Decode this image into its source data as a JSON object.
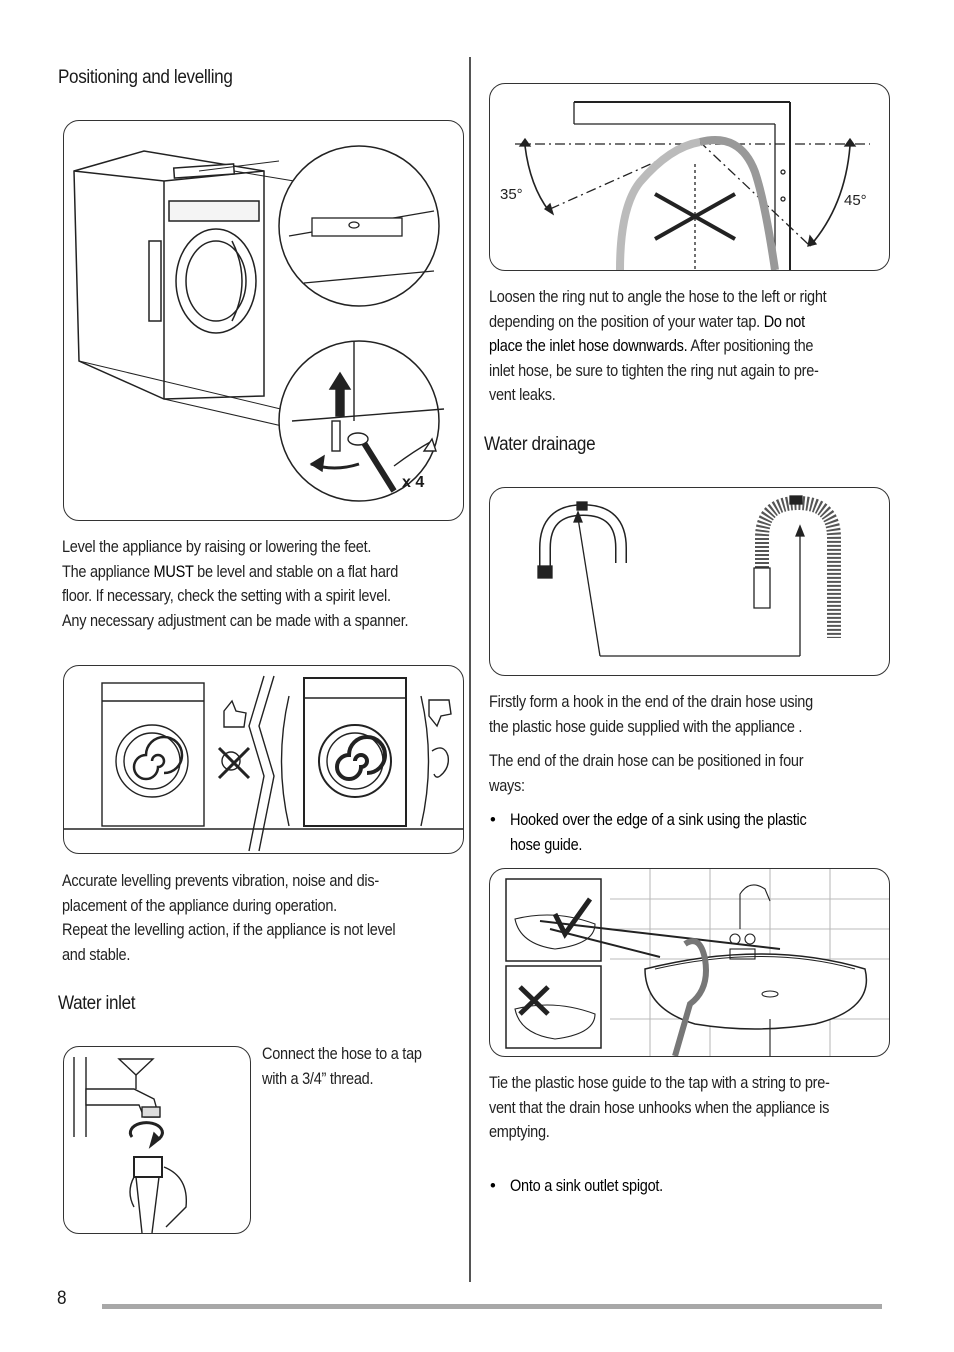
{
  "left": {
    "positioning_heading": "Positioning and levelling",
    "fig1_label": "x 4",
    "level_paragraph": [
      "Level the appliance by raising or lowering the feet.",
      "The appliance ",
      "MUST",
      " be level and stable on a flat hard",
      "floor. If necessary, check the setting with a spirit level.",
      "Any necessary adjustment can be made with a spanner."
    ],
    "accurate_paragraph": [
      "Accurate levelling prevents vibration, noise and dis-",
      "placement of the appliance during operation.",
      "Repeat the levelling action, if the appliance is not level",
      "and stable."
    ],
    "water_inlet_heading": "Water inlet",
    "connect_paragraph": [
      "Connect the hose to a tap",
      "with a 3/4” thread."
    ]
  },
  "right": {
    "angle_left": "35°",
    "angle_right": "45°",
    "loosen_paragraph": [
      "Loosen the ring nut to angle the hose to the left or right",
      "depending on the position of your water tap. ",
      "Do not",
      "place the inlet hose downwards.",
      " After positioning the",
      "inlet hose, be sure to tighten the ring nut again to pre-",
      "vent leaks."
    ],
    "drainage_heading": "Water drainage",
    "hook_paragraph": [
      "Firstly form a hook in the end of the drain hose using",
      "the plastic hose guide supplied with the appliance ."
    ],
    "end_paragraph": [
      "The end of the drain hose can be positioned in four",
      "ways:"
    ],
    "bullet1": [
      "Hooked over the edge of a sink using the plastic",
      "hose guide."
    ],
    "tie_paragraph": [
      "Tie the plastic hose guide to the tap with a string to pre-",
      "vent that the drain hose unhooks when the appliance is",
      "emptying."
    ],
    "bullet2": "Onto a sink outlet spigot.",
    "bullet_char": "•"
  },
  "footer": {
    "page_number": "8"
  }
}
